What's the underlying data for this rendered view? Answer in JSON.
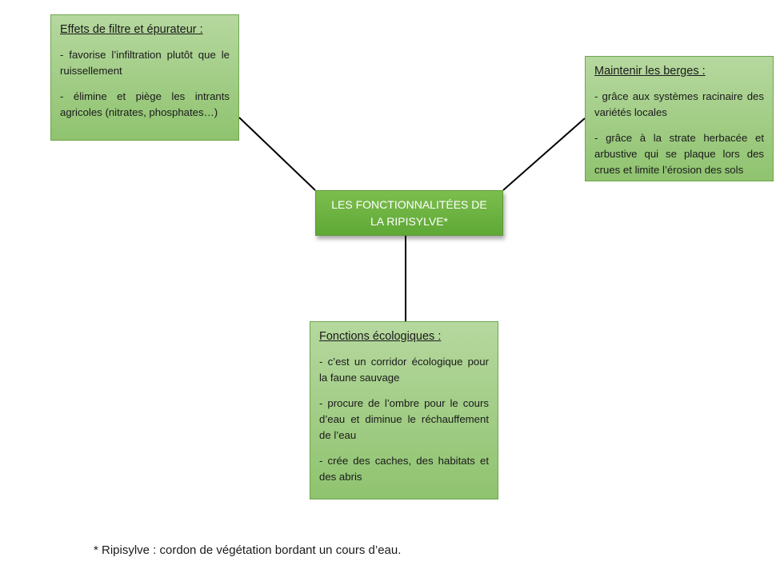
{
  "center": {
    "label": "LES FONCTIONNALITÉES DE LA RIPISYLVE*"
  },
  "boxes": {
    "filter": {
      "title": "Effets de filtre et épurateur :",
      "items": [
        "- favorise l’infiltration plutôt que le ruissellement",
        "- élimine et piège les intrants agricoles (nitrates, phosphates…)"
      ]
    },
    "banks": {
      "title": "Maintenir les berges :",
      "items": [
        "- grâce aux systèmes racinaire des variétés locales",
        "- grâce à la strate herbacée et arbustive qui se plaque lors des crues et limite l’érosion des sols"
      ]
    },
    "ecological": {
      "title": "Fonctions écologiques :",
      "items": [
        "- c’est un corridor écologique pour la faune sauvage",
        "- procure de l’ombre pour le cours d’eau et diminue le réchauffement de l’eau",
        "- crée des caches, des habitats et des abris"
      ]
    }
  },
  "footnote": "* Ripisylve : cordon de végétation bordant un cours d’eau.",
  "colors": {
    "box_fill_top": "#b6d89f",
    "box_fill_bottom": "#8fc36f",
    "center_fill": "#6fb443",
    "connector": "#000000"
  }
}
